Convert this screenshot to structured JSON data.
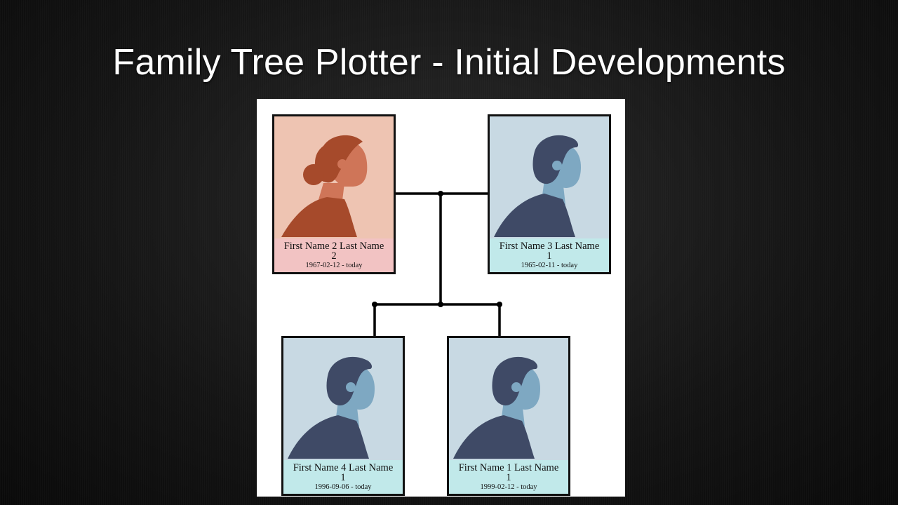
{
  "slide": {
    "title": "Family Tree Plotter - Initial Developments"
  },
  "tree": {
    "colors": {
      "female_portrait_bg": "#eec4b2",
      "female_caption_bg": "#f2c3c3",
      "male_portrait_bg": "#c8d9e3",
      "male_caption_bg": "#c1e9ea",
      "connector": "#000000"
    },
    "people": [
      {
        "id": "p2",
        "name": "First Name 2 Last Name",
        "generation": "2",
        "dates": "1967-02-12 - today",
        "avatar": "female-avatar-icon"
      },
      {
        "id": "p3",
        "name": "First Name 3 Last Name",
        "generation": "1",
        "dates": "1965-02-11 - today",
        "avatar": "male-avatar-icon"
      },
      {
        "id": "p4",
        "name": "First Name 4 Last Name",
        "generation": "1",
        "dates": "1996-09-06 - today",
        "avatar": "male-avatar-icon"
      },
      {
        "id": "p1",
        "name": "First Name 1 Last Name",
        "generation": "1",
        "dates": "1999-02-12 - today",
        "avatar": "male-avatar-icon"
      }
    ]
  }
}
